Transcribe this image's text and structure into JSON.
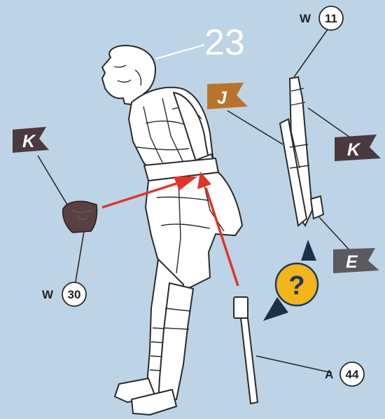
{
  "step_number": "23",
  "callouts": {
    "w11": {
      "letter": "W",
      "number": "11"
    },
    "w30": {
      "letter": "W",
      "number": "30"
    },
    "a44": {
      "letter": "A",
      "number": "44"
    }
  },
  "flags": {
    "k_left": {
      "letter": "K",
      "color": "#4a3a3f"
    },
    "j": {
      "letter": "J",
      "color": "#b8742a"
    },
    "k_right": {
      "letter": "K",
      "color": "#4a3a3f"
    },
    "e": {
      "letter": "E",
      "color": "#5a5a5f"
    }
  },
  "help_symbol": "?",
  "colors": {
    "background": "#bdd4e6",
    "arrow": "#e0342b",
    "leather": "#5a4040",
    "help": "#f2b51c"
  }
}
